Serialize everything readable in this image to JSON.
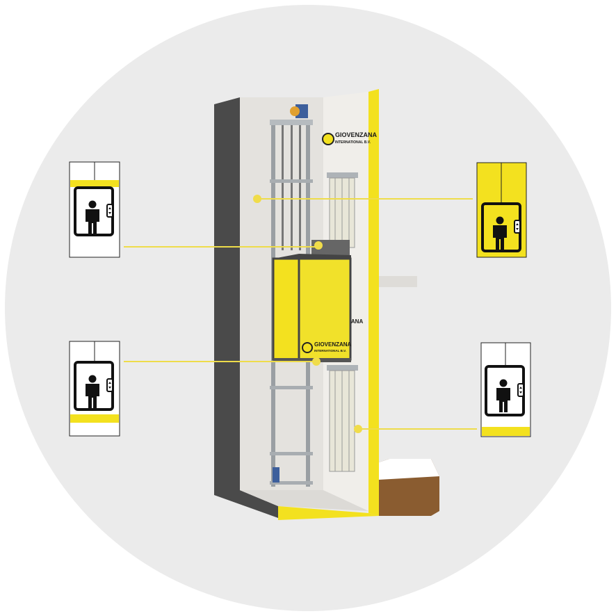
{
  "brand": {
    "name": "GIOVENZANA",
    "subtitle": "INTERNATIONAL B.V."
  },
  "colors": {
    "background_circle": "#ebebeb",
    "accent_yellow": "#f3e11f",
    "callout_line": "#eedc4a",
    "icon_black": "#111111"
  },
  "callouts": [
    {
      "id": "shaft-top",
      "icon": "elevator-top-icon",
      "highlight": "top"
    },
    {
      "id": "full-shaft",
      "icon": "elevator-full-icon",
      "highlight": "full"
    },
    {
      "id": "cabin",
      "icon": "elevator-cabin-icon",
      "highlight": "bottom"
    },
    {
      "id": "pit",
      "icon": "elevator-pit-icon",
      "highlight": "pit"
    }
  ]
}
